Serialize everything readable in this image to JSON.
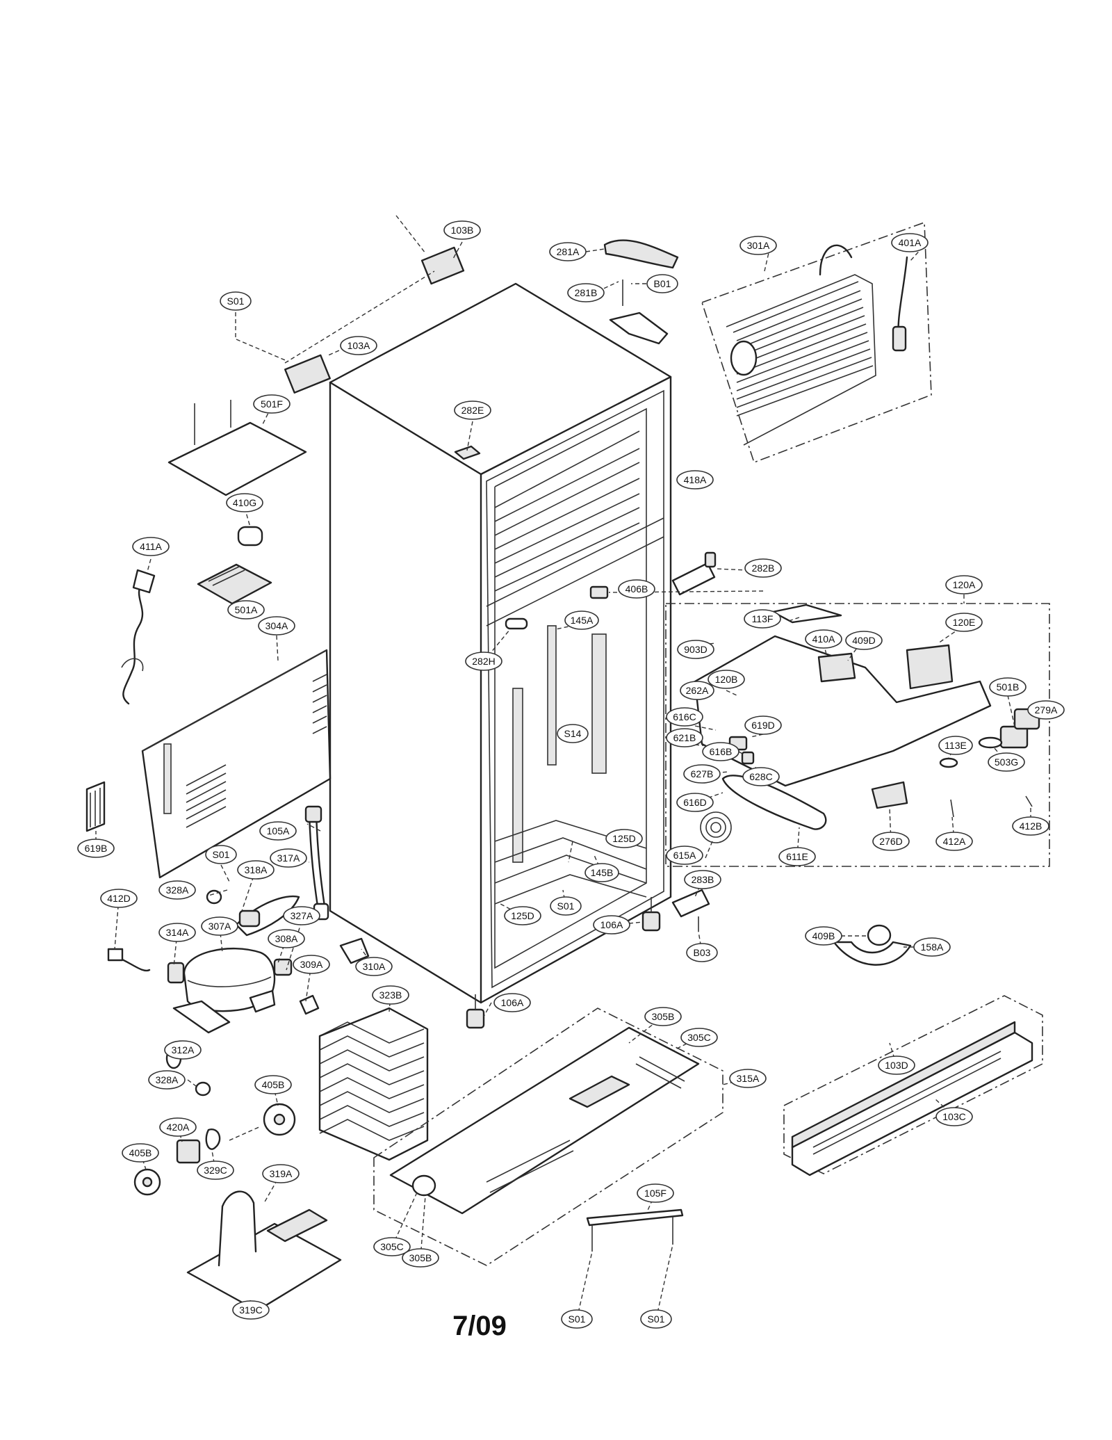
{
  "page_number": "7/09",
  "part_labels": [
    "103B",
    "281A",
    "301A",
    "401A",
    "S01",
    "281B",
    "B01",
    "103A",
    "501F",
    "282E",
    "418A",
    "410G",
    "411A",
    "282B",
    "501A",
    "120A",
    "406B",
    "113F",
    "120E",
    "304A",
    "145A",
    "903D",
    "410A",
    "409D",
    "120B",
    "282H",
    "501B",
    "262A",
    "279A",
    "616C",
    "619D",
    "S14",
    "621B",
    "616B",
    "113E",
    "503G",
    "627B",
    "628C",
    "616D",
    "619B",
    "105A",
    "125D",
    "276D",
    "412A",
    "412B",
    "S01",
    "317A",
    "615A",
    "611E",
    "318A",
    "328A",
    "145B",
    "283B",
    "412D",
    "327A",
    "S01",
    "125D",
    "106A",
    "409B",
    "158A",
    "308A",
    "314A",
    "307A",
    "B03",
    "309A",
    "310A",
    "323B",
    "106A",
    "305B",
    "312A",
    "305C",
    "103D",
    "315A",
    "328A",
    "405B",
    "103C",
    "420A",
    "405B",
    "329C",
    "319A",
    "105F",
    "305C",
    "305B",
    "319C",
    "S01",
    "S01"
  ]
}
